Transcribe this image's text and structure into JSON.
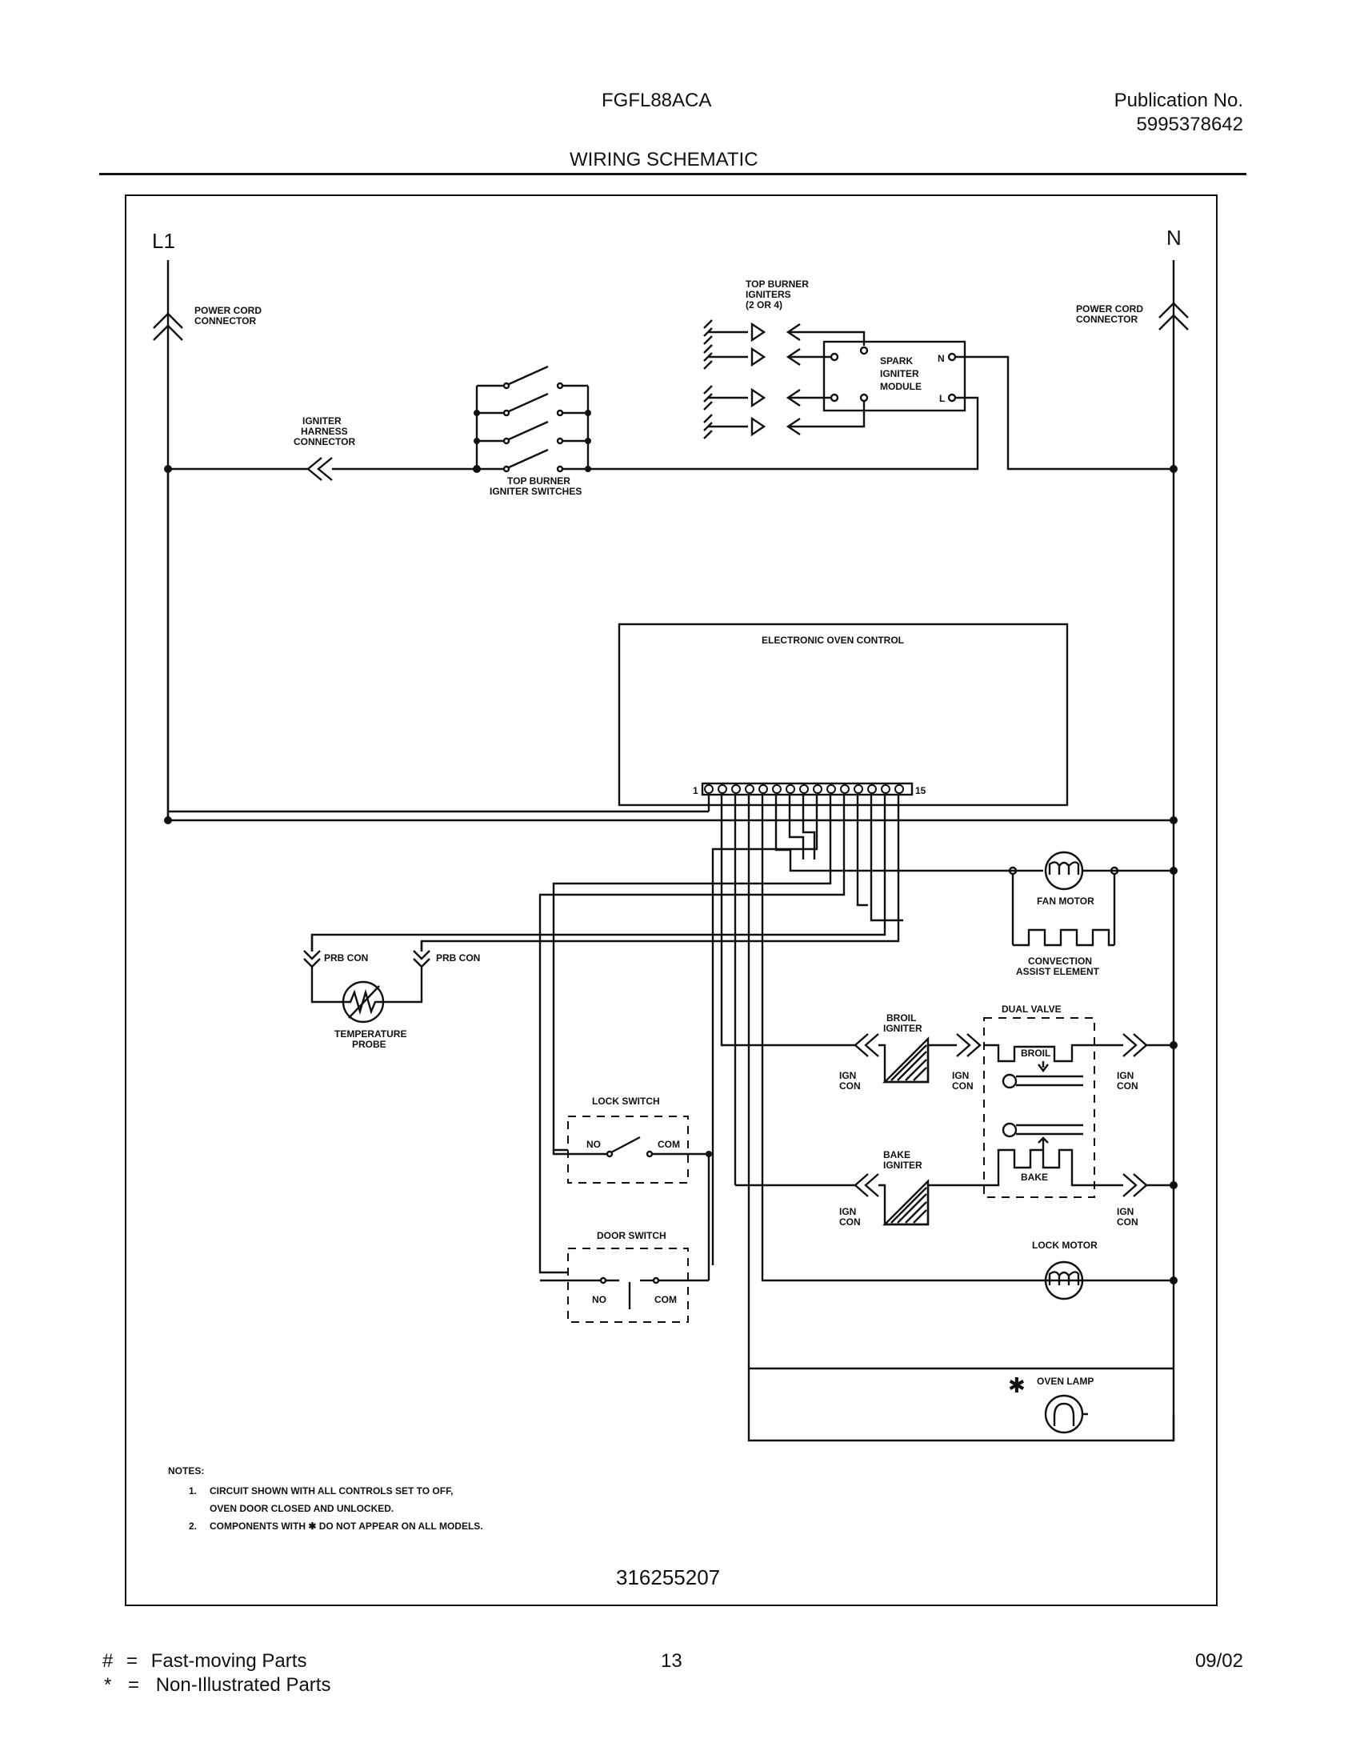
{
  "header": {
    "model": "FGFL88ACA",
    "publication_label": "Publication No.",
    "publication_number": "5995378642",
    "title": "WIRING SCHEMATIC"
  },
  "diagram": {
    "rails": {
      "left": "L1",
      "right": "N"
    },
    "labels": {
      "power_cord_left": [
        "POWER CORD",
        "CONNECTOR"
      ],
      "power_cord_right": [
        "POWER CORD",
        "CONNECTOR"
      ],
      "igniter_harness": [
        "IGNITER",
        "HARNESS",
        "CONNECTOR"
      ],
      "top_burner_switches": [
        "TOP BURNER",
        "IGNITER SWITCHES"
      ],
      "top_burner_igniters": [
        "TOP BURNER",
        "IGNITERS",
        "(2 OR 4)"
      ],
      "spark_module": [
        "SPARK",
        "IGNITER",
        "MODULE"
      ],
      "spark_n": "N",
      "spark_l": "L",
      "eoc": "ELECTRONIC OVEN CONTROL",
      "pin_first": "1",
      "pin_last": "15",
      "fan_motor": "FAN MOTOR",
      "convection": [
        "CONVECTION",
        "ASSIST ELEMENT"
      ],
      "prb_con_1": "PRB CON",
      "prb_con_2": "PRB CON",
      "temp_probe": [
        "TEMPERATURE",
        "PROBE"
      ],
      "broil_igniter": [
        "BROIL",
        "IGNITER"
      ],
      "bake_igniter": [
        "BAKE",
        "IGNITER"
      ],
      "dual_valve": "DUAL VALVE",
      "broil": "BROIL",
      "bake": "BAKE",
      "ign_con": [
        "IGN",
        "CON"
      ],
      "lock_switch": "LOCK SWITCH",
      "no": "NO",
      "com": "COM",
      "door_switch": "DOOR SWITCH",
      "lock_motor": "LOCK MOTOR",
      "oven_lamp_mark": "✱",
      "oven_lamp": "OVEN LAMP"
    },
    "notes": {
      "heading": "NOTES:",
      "items": [
        {
          "num": "1.",
          "lines": [
            "CIRCUIT SHOWN WITH ALL CONTROLS SET TO OFF,",
            "OVEN DOOR CLOSED AND UNLOCKED."
          ]
        },
        {
          "num": "2.",
          "lines": [
            "COMPONENTS WITH ✱ DO NOT APPEAR ON ALL MODELS."
          ]
        }
      ]
    },
    "drawing_number": "316255207"
  },
  "footer": {
    "legend": [
      {
        "symbol": "#",
        "text": "Fast-moving Parts"
      },
      {
        "symbol": "*",
        "text": "Non-Illustrated Parts"
      }
    ],
    "page": "13",
    "date": "09/02"
  }
}
